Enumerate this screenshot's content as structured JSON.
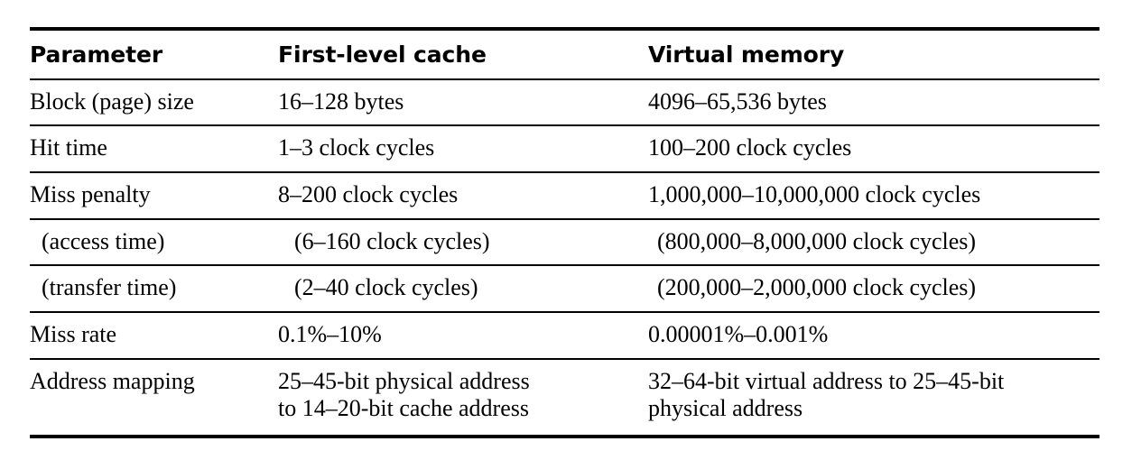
{
  "table": {
    "columns": [
      {
        "key": "parameter",
        "header": "Parameter"
      },
      {
        "key": "first_level_cache",
        "header": "First-level cache"
      },
      {
        "key": "virtual_memory",
        "header": "Virtual memory"
      }
    ],
    "rows": [
      {
        "indented": false,
        "parameter": "Block (page) size",
        "first_level_cache": "16–128 bytes",
        "virtual_memory": "4096–65,536 bytes"
      },
      {
        "indented": false,
        "parameter": "Hit time",
        "first_level_cache": "1–3 clock cycles",
        "virtual_memory": "100–200 clock cycles"
      },
      {
        "indented": false,
        "parameter": "Miss penalty",
        "first_level_cache": "8–200 clock cycles",
        "virtual_memory": "1,000,000–10,000,000 clock cycles"
      },
      {
        "indented": true,
        "parameter": "(access time)",
        "first_level_cache": "(6–160 clock cycles)",
        "virtual_memory": "(800,000–8,000,000 clock cycles)"
      },
      {
        "indented": true,
        "parameter": "(transfer time)",
        "first_level_cache": "(2–40 clock cycles)",
        "virtual_memory": "(200,000–2,000,000 clock cycles)"
      },
      {
        "indented": false,
        "parameter": "Miss rate",
        "first_level_cache": "0.1%–10%",
        "virtual_memory": "0.00001%–0.001%"
      },
      {
        "indented": false,
        "parameter": "Address mapping",
        "first_level_cache": "25–45-bit physical address\nto 14–20-bit cache address",
        "virtual_memory": "32–64-bit virtual address to 25–45-bit\nphysical address"
      }
    ]
  },
  "style": {
    "text_color": "#000000",
    "background_color": "#ffffff",
    "rule_color": "#000000"
  }
}
